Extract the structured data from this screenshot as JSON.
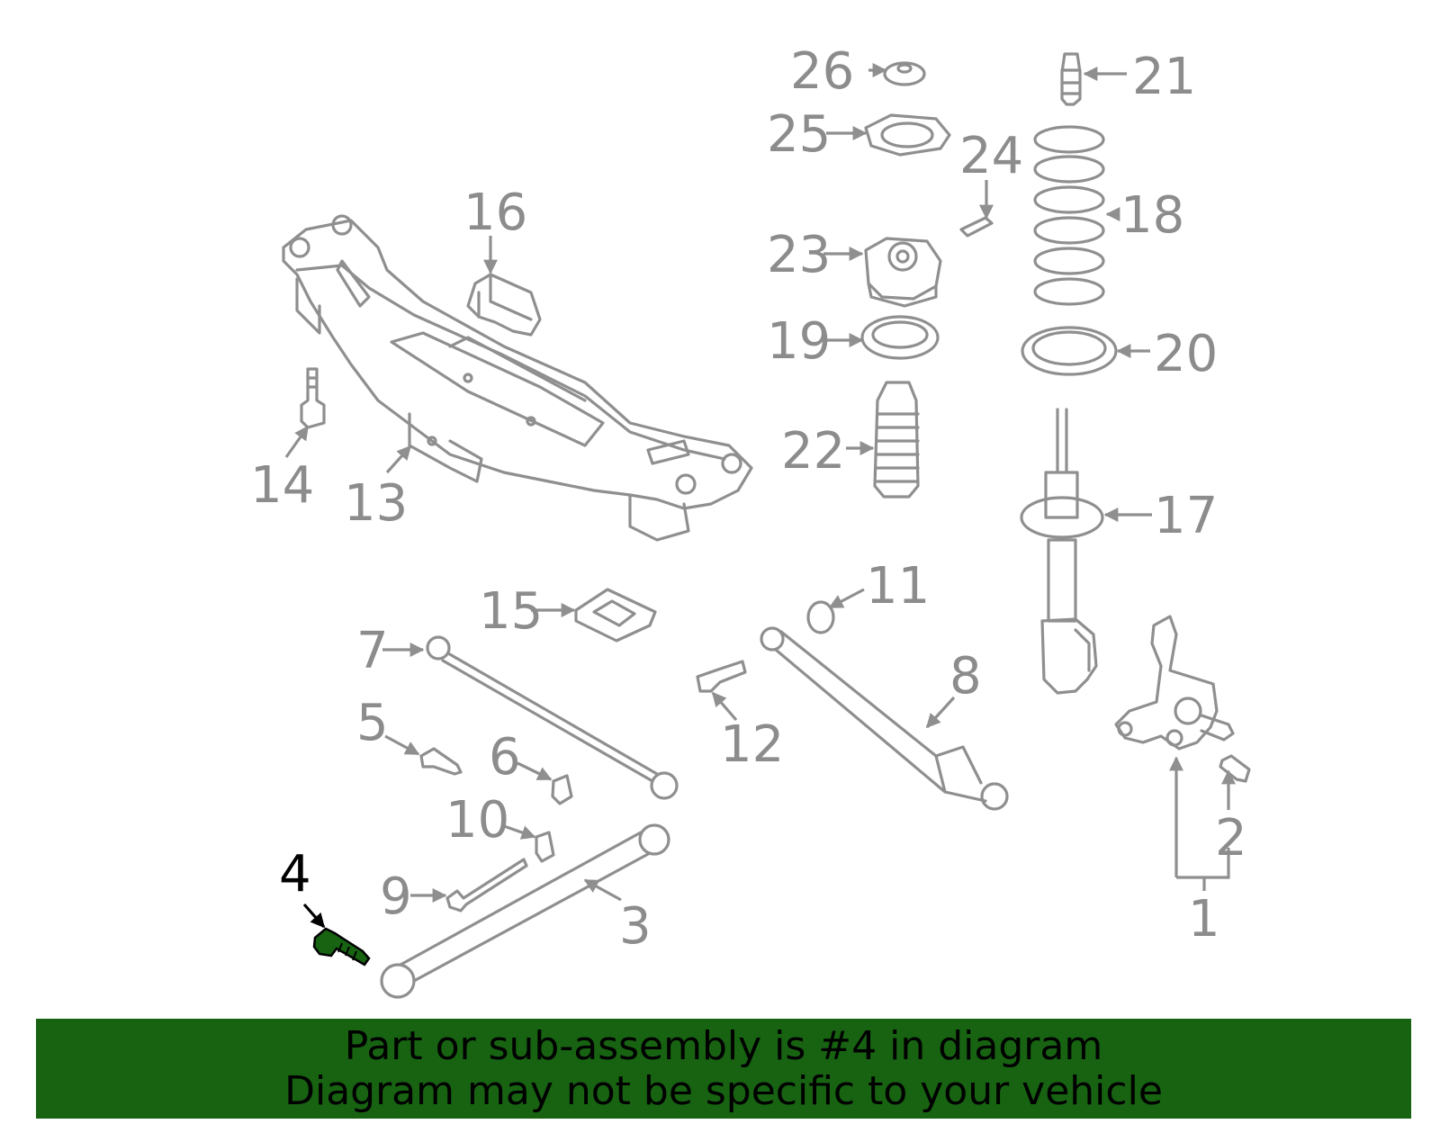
{
  "callouts": {
    "c1": "1",
    "c2": "2",
    "c3": "3",
    "c4": "4",
    "c5": "5",
    "c6": "6",
    "c7": "7",
    "c8": "8",
    "c9": "9",
    "c10": "10",
    "c11": "11",
    "c12": "12",
    "c13": "13",
    "c14": "14",
    "c15": "15",
    "c16": "16",
    "c17": "17",
    "c18": "18",
    "c19": "19",
    "c20": "20",
    "c21": "21",
    "c22": "22",
    "c23": "23",
    "c24": "24",
    "c25": "25",
    "c26": "26"
  },
  "highlight_part": "4",
  "colors": {
    "highlight": "#176312",
    "line": "#8f8f8f",
    "label": "#8c8c8c",
    "footer_bg": "#176312"
  },
  "footer": {
    "line1": "Part or sub-assembly is #4 in diagram",
    "line2": "Diagram may not be specific to your vehicle"
  }
}
